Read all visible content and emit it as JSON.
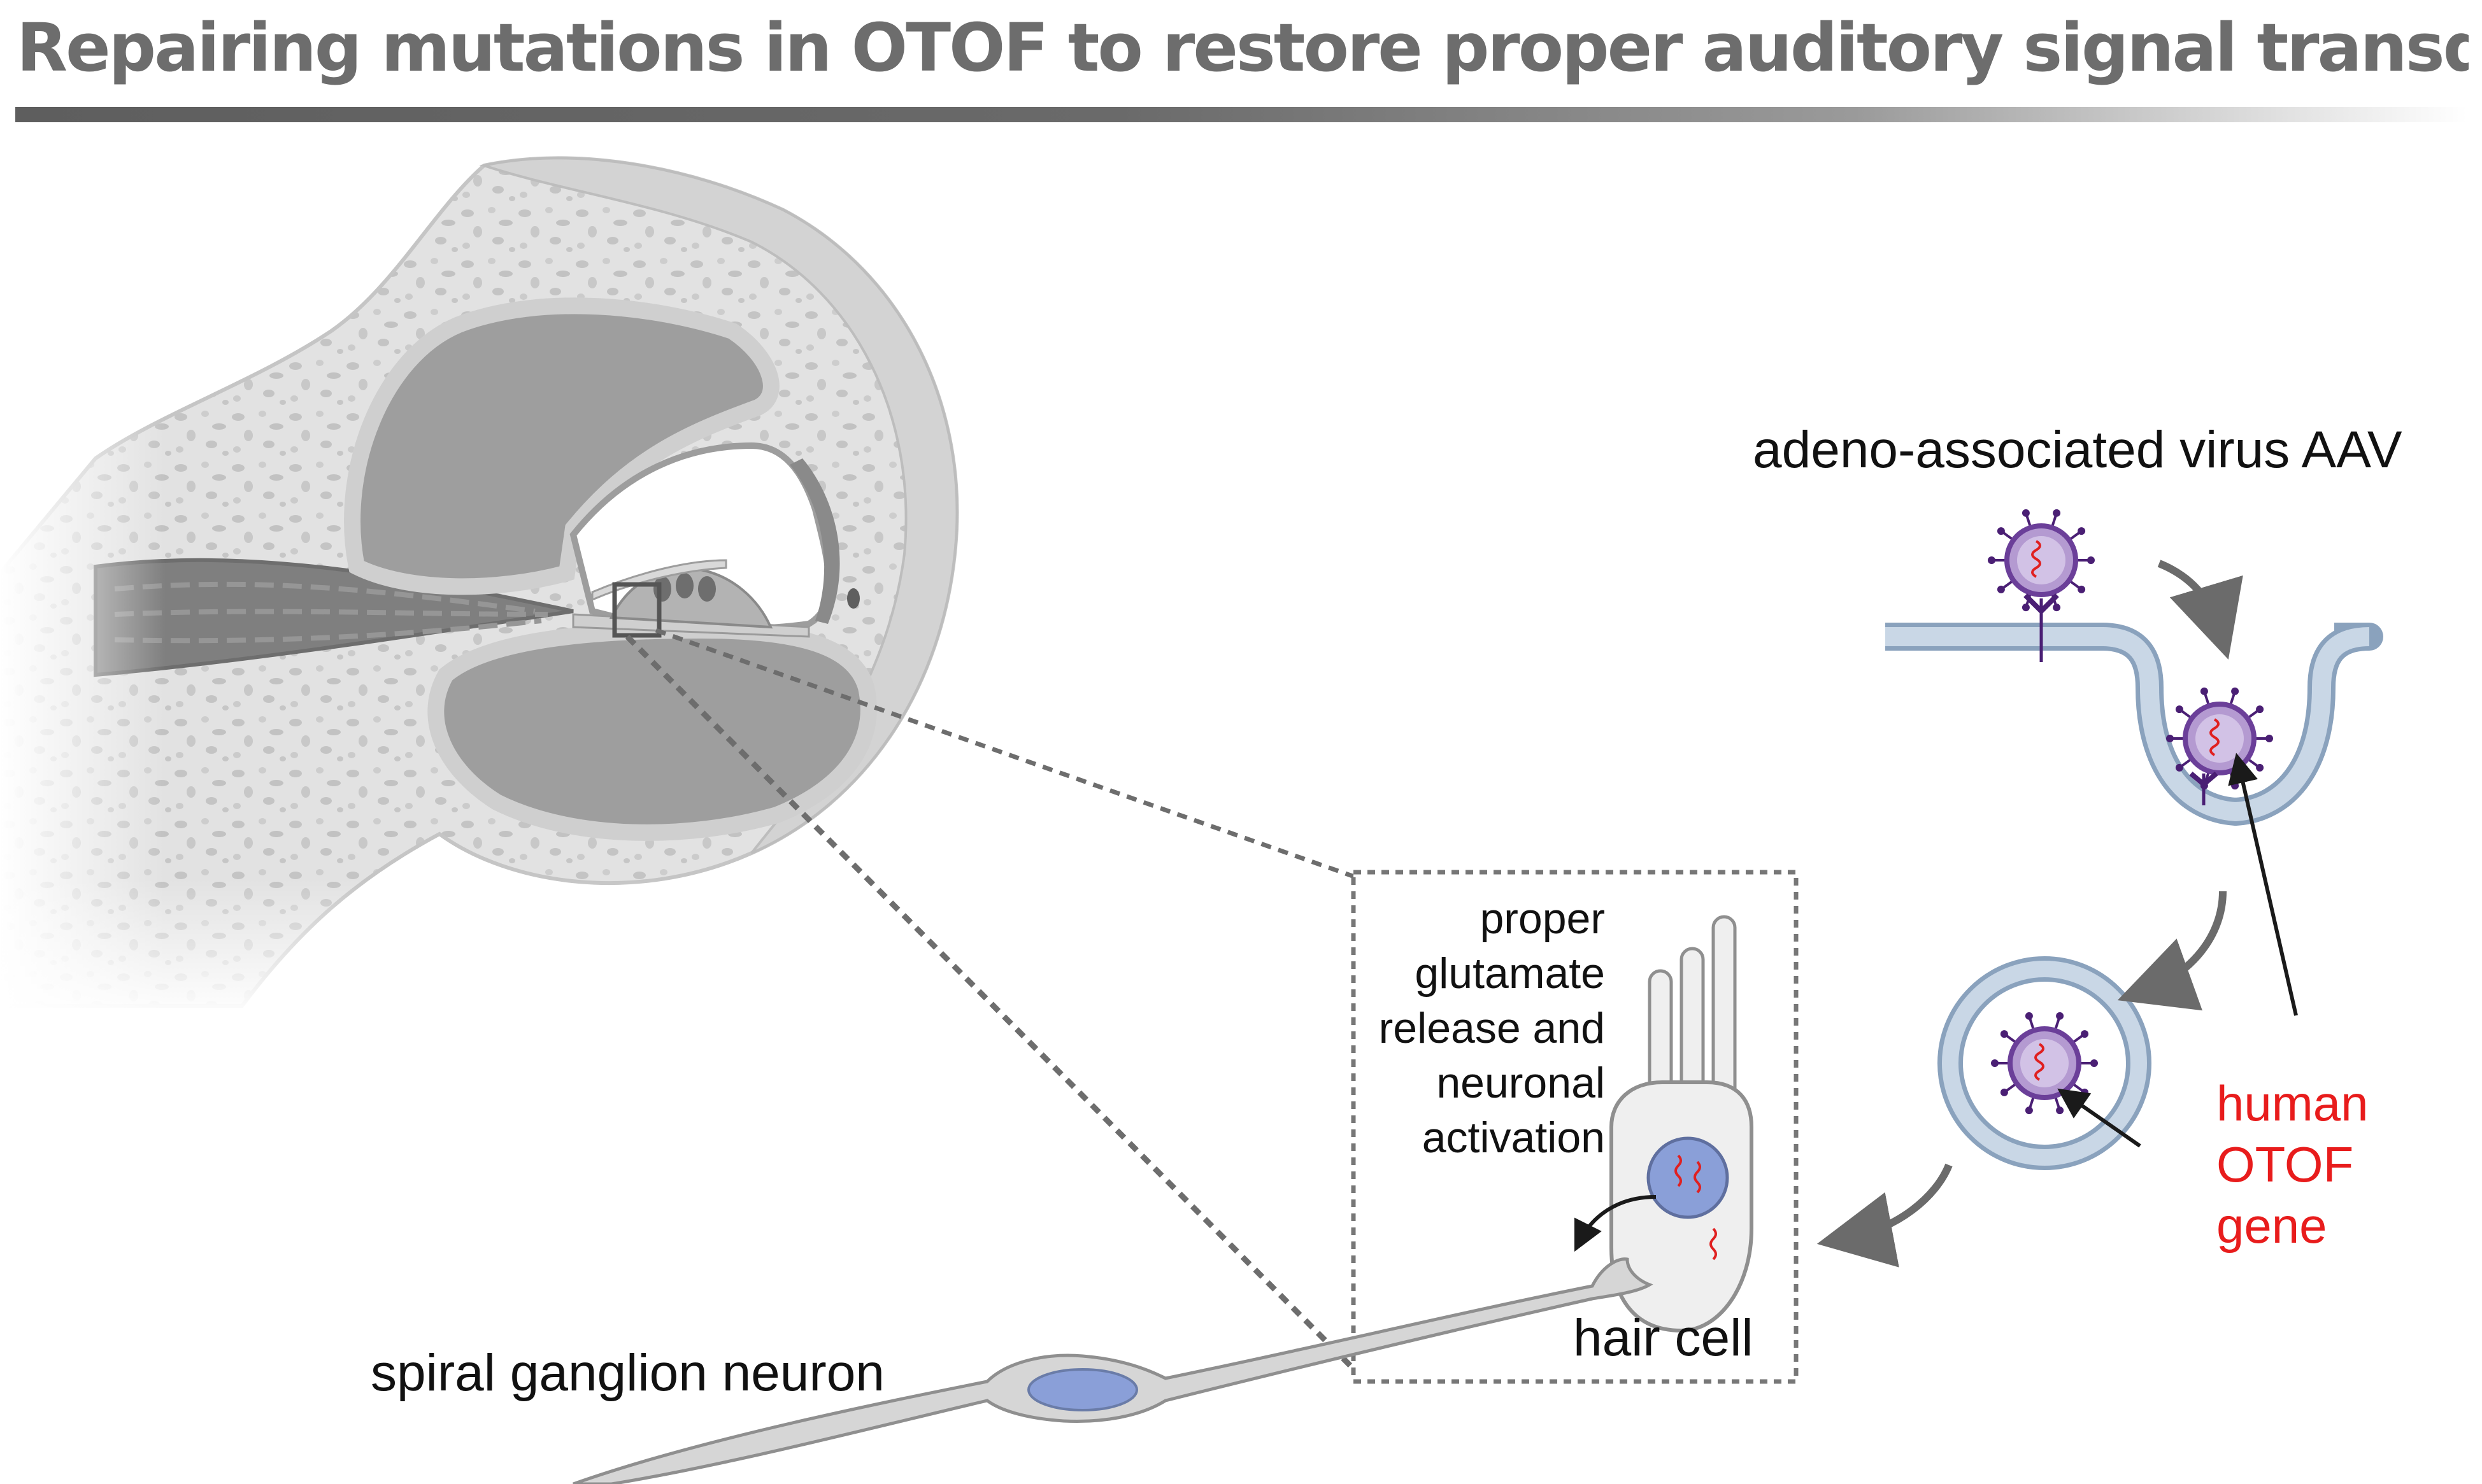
{
  "title": "Repairing mutations in OTOF to restore proper auditory signal transduction",
  "labels": {
    "aav": "adeno-associated virus AAV",
    "gene_line1": "human",
    "gene_line2": "OTOF",
    "gene_line3": "gene",
    "release_line1": "proper",
    "release_line2": "glutamate",
    "release_line3": "release and",
    "release_line4": "neuronal",
    "release_line5": "activation",
    "hair_cell": "hair cell",
    "neuron": "spiral ganglion neuron"
  },
  "colors": {
    "title_text": "#6d6d6d",
    "gene_label": "#e81c1c",
    "membrane": "#a9bfd6",
    "virus": "#7a4fa0",
    "nucleus": "#8a9fd8",
    "dna": "#e02020"
  }
}
